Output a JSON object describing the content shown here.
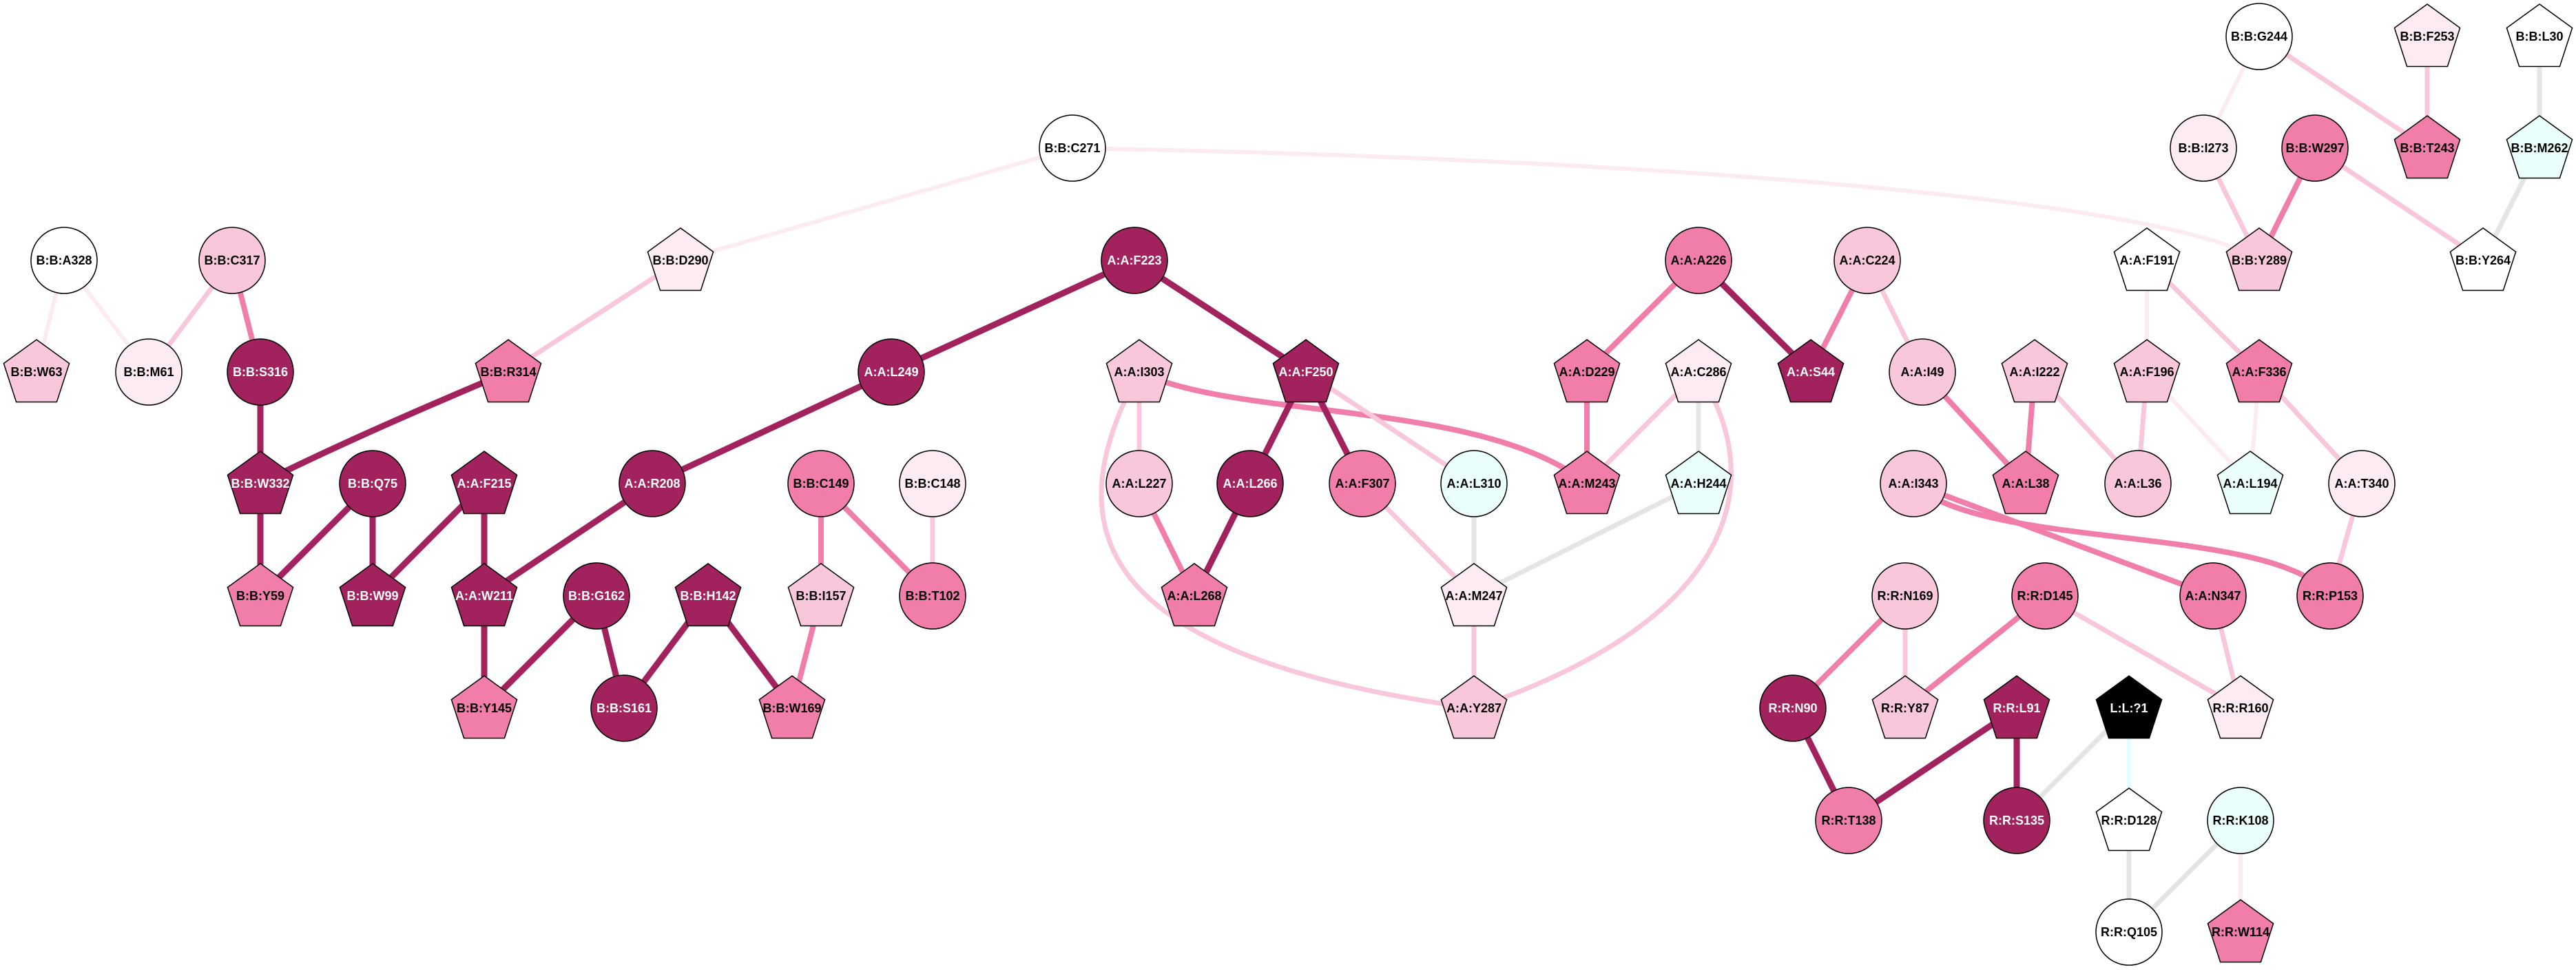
{
  "palette": {
    "dark": "#a2225e",
    "medium": "#f07daa",
    "light": "#f9c7dc",
    "vlight": "#fcebf3",
    "white": "#ffffff",
    "cyan": "#eafefc",
    "black": "#000000",
    "gray": "#e5e5e5",
    "cyanline": "#e0ffff"
  },
  "nodes": [
    {
      "label": "B:B:A328",
      "shape": "circle",
      "fill": "white"
    },
    {
      "label": "B:B:C317",
      "shape": "circle",
      "fill": "light"
    },
    {
      "label": "B:B:D290",
      "shape": "pentagon",
      "fill": "vlight"
    },
    {
      "label": "B:B:W63",
      "shape": "pentagon",
      "fill": "light"
    },
    {
      "label": "B:B:M61",
      "shape": "circle",
      "fill": "vlight"
    },
    {
      "label": "B:B:S316",
      "shape": "circle",
      "fill": "dark"
    },
    {
      "label": "B:B:R314",
      "shape": "pentagon",
      "fill": "medium"
    },
    {
      "label": "B:B:W332",
      "shape": "pentagon",
      "fill": "dark"
    },
    {
      "label": "B:B:Q75",
      "shape": "circle",
      "fill": "dark"
    },
    {
      "label": "A:A:F215",
      "shape": "pentagon",
      "fill": "dark"
    },
    {
      "label": "A:A:R208",
      "shape": "circle",
      "fill": "dark"
    },
    {
      "label": "B:B:C149",
      "shape": "circle",
      "fill": "medium"
    },
    {
      "label": "B:B:Y59",
      "shape": "pentagon",
      "fill": "medium"
    },
    {
      "label": "B:B:W99",
      "shape": "pentagon",
      "fill": "dark"
    },
    {
      "label": "A:A:W211",
      "shape": "pentagon",
      "fill": "dark"
    },
    {
      "label": "B:B:G162",
      "shape": "circle",
      "fill": "dark"
    },
    {
      "label": "B:B:H142",
      "shape": "pentagon",
      "fill": "dark"
    },
    {
      "label": "B:B:I157",
      "shape": "pentagon",
      "fill": "light"
    },
    {
      "label": "B:B:Y145",
      "shape": "pentagon",
      "fill": "medium"
    },
    {
      "label": "B:B:S161",
      "shape": "circle",
      "fill": "dark"
    },
    {
      "label": "B:B:W169",
      "shape": "pentagon",
      "fill": "medium"
    },
    {
      "label": "B:B:C271",
      "shape": "circle",
      "fill": "white"
    },
    {
      "label": "A:A:F223",
      "shape": "circle",
      "fill": "dark"
    },
    {
      "label": "A:A:A226",
      "shape": "circle",
      "fill": "medium"
    },
    {
      "label": "A:A:L249",
      "shape": "circle",
      "fill": "dark"
    },
    {
      "label": "A:A:I303",
      "shape": "pentagon",
      "fill": "light"
    },
    {
      "label": "A:A:F250",
      "shape": "pentagon",
      "fill": "dark"
    },
    {
      "label": "A:A:D229",
      "shape": "pentagon",
      "fill": "medium"
    },
    {
      "label": "A:A:C286",
      "shape": "pentagon",
      "fill": "vlight"
    },
    {
      "label": "A:A:S44",
      "shape": "pentagon",
      "fill": "dark"
    },
    {
      "label": "B:B:C148",
      "shape": "circle",
      "fill": "vlight"
    },
    {
      "label": "A:A:L227",
      "shape": "circle",
      "fill": "light"
    },
    {
      "label": "A:A:L266",
      "shape": "circle",
      "fill": "dark"
    },
    {
      "label": "A:A:F307",
      "shape": "circle",
      "fill": "medium"
    },
    {
      "label": "A:A:L310",
      "shape": "circle",
      "fill": "cyan"
    },
    {
      "label": "A:A:M243",
      "shape": "pentagon",
      "fill": "medium"
    },
    {
      "label": "A:A:H244",
      "shape": "pentagon",
      "fill": "cyan"
    },
    {
      "label": "B:B:T102",
      "shape": "circle",
      "fill": "medium"
    },
    {
      "label": "A:A:L268",
      "shape": "pentagon",
      "fill": "medium"
    },
    {
      "label": "A:A:M247",
      "shape": "pentagon",
      "fill": "vlight"
    },
    {
      "label": "A:A:Y287",
      "shape": "pentagon",
      "fill": "light"
    },
    {
      "label": "R:R:N90",
      "shape": "circle",
      "fill": "dark"
    },
    {
      "label": "B:B:G244",
      "shape": "circle",
      "fill": "white"
    },
    {
      "label": "B:B:F253",
      "shape": "pentagon",
      "fill": "vlight"
    },
    {
      "label": "B:B:L30",
      "shape": "pentagon",
      "fill": "white"
    },
    {
      "label": "B:B:I273",
      "shape": "circle",
      "fill": "vlight"
    },
    {
      "label": "B:B:W297",
      "shape": "circle",
      "fill": "medium"
    },
    {
      "label": "B:B:T243",
      "shape": "pentagon",
      "fill": "medium"
    },
    {
      "label": "B:B:M262",
      "shape": "pentagon",
      "fill": "cyan"
    },
    {
      "label": "A:A:C224",
      "shape": "circle",
      "fill": "light"
    },
    {
      "label": "A:A:F191",
      "shape": "pentagon",
      "fill": "white"
    },
    {
      "label": "B:B:Y289",
      "shape": "pentagon",
      "fill": "light"
    },
    {
      "label": "B:B:Y264",
      "shape": "pentagon",
      "fill": "white"
    },
    {
      "label": "A:A:I49",
      "shape": "circle",
      "fill": "light"
    },
    {
      "label": "A:A:I222",
      "shape": "pentagon",
      "fill": "light"
    },
    {
      "label": "A:A:F196",
      "shape": "pentagon",
      "fill": "light"
    },
    {
      "label": "A:A:F336",
      "shape": "pentagon",
      "fill": "medium"
    },
    {
      "label": "A:A:I343",
      "shape": "circle",
      "fill": "light"
    },
    {
      "label": "A:A:L38",
      "shape": "pentagon",
      "fill": "medium"
    },
    {
      "label": "A:A:L36",
      "shape": "circle",
      "fill": "light"
    },
    {
      "label": "A:A:L194",
      "shape": "pentagon",
      "fill": "cyan"
    },
    {
      "label": "A:A:T340",
      "shape": "circle",
      "fill": "vlight"
    },
    {
      "label": "R:R:N169",
      "shape": "circle",
      "fill": "light"
    },
    {
      "label": "R:R:D145",
      "shape": "circle",
      "fill": "medium"
    },
    {
      "label": "A:A:N347",
      "shape": "circle",
      "fill": "medium"
    },
    {
      "label": "R:R:P153",
      "shape": "circle",
      "fill": "medium"
    },
    {
      "label": "R:R:Y87",
      "shape": "pentagon",
      "fill": "light"
    },
    {
      "label": "R:R:L91",
      "shape": "pentagon",
      "fill": "dark"
    },
    {
      "label": "L:L:?1",
      "shape": "pentagon",
      "fill": "black"
    },
    {
      "label": "R:R:R160",
      "shape": "pentagon",
      "fill": "vlight"
    },
    {
      "label": "R:R:T138",
      "shape": "circle",
      "fill": "medium"
    },
    {
      "label": "R:R:S135",
      "shape": "circle",
      "fill": "dark"
    },
    {
      "label": "R:R:D128",
      "shape": "pentagon",
      "fill": "white"
    },
    {
      "label": "R:R:K108",
      "shape": "circle",
      "fill": "cyan"
    },
    {
      "label": "R:R:Q105",
      "shape": "circle",
      "fill": "white"
    },
    {
      "label": "R:R:W114",
      "shape": "pentagon",
      "fill": "medium"
    }
  ],
  "edges": [
    [
      "B:B:A328",
      "B:B:W63",
      "vlight"
    ],
    [
      "B:B:A328",
      "B:B:M61",
      "vlight"
    ],
    [
      "B:B:C317",
      "B:B:M61",
      "light"
    ],
    [
      "B:B:C317",
      "B:B:S316",
      "medium"
    ],
    [
      "B:B:D290",
      "B:B:R314",
      "light"
    ],
    [
      "B:B:D290",
      "B:B:C271",
      "vlight"
    ],
    [
      "B:B:S316",
      "B:B:W332",
      "dark"
    ],
    [
      "B:B:R314",
      "B:B:W332",
      "dark"
    ],
    [
      "B:B:W332",
      "B:B:Y59",
      "dark"
    ],
    [
      "B:B:Q75",
      "B:B:Y59",
      "dark"
    ],
    [
      "B:B:Q75",
      "B:B:W99",
      "dark"
    ],
    [
      "A:A:F215",
      "B:B:W99",
      "dark"
    ],
    [
      "A:A:F215",
      "A:A:W211",
      "dark"
    ],
    [
      "A:A:R208",
      "A:A:W211",
      "dark"
    ],
    [
      "A:A:L249",
      "A:A:R208",
      "dark"
    ],
    [
      "A:A:F223",
      "A:A:L249",
      "dark"
    ],
    [
      "A:A:F223",
      "A:A:F250",
      "dark"
    ],
    [
      "A:A:W211",
      "B:B:Y145",
      "dark"
    ],
    [
      "B:B:G162",
      "B:B:Y145",
      "dark"
    ],
    [
      "B:B:G162",
      "B:B:S161",
      "dark"
    ],
    [
      "B:B:H142",
      "B:B:S161",
      "dark"
    ],
    [
      "B:B:H142",
      "B:B:W169",
      "dark"
    ],
    [
      "B:B:I157",
      "B:B:W169",
      "medium"
    ],
    [
      "B:B:C149",
      "B:B:I157",
      "medium"
    ],
    [
      "B:B:C149",
      "B:B:T102",
      "medium"
    ],
    [
      "B:B:C148",
      "B:B:T102",
      "light"
    ],
    [
      "B:B:C271",
      "B:B:Y289",
      "vlight"
    ],
    [
      "A:A:I303",
      "A:A:L227",
      "light"
    ],
    [
      "A:A:I303",
      "A:A:M243",
      "medium"
    ],
    [
      "A:A:I303",
      "A:A:Y287",
      "light"
    ],
    [
      "A:A:F250",
      "A:A:L266",
      "dark"
    ],
    [
      "A:A:F250",
      "A:A:F307",
      "dark"
    ],
    [
      "A:A:F250",
      "A:A:L310",
      "light"
    ],
    [
      "A:A:L227",
      "A:A:L268",
      "medium"
    ],
    [
      "A:A:L266",
      "A:A:L268",
      "dark"
    ],
    [
      "A:A:F307",
      "A:A:M247",
      "light"
    ],
    [
      "A:A:L310",
      "A:A:M247",
      "gray"
    ],
    [
      "A:A:H244",
      "A:A:M247",
      "gray"
    ],
    [
      "A:A:M247",
      "A:A:Y287",
      "light"
    ],
    [
      "A:A:C286",
      "A:A:Y287",
      "light"
    ],
    [
      "A:A:C286",
      "A:A:M243",
      "light"
    ],
    [
      "A:A:C286",
      "A:A:H244",
      "gray"
    ],
    [
      "A:A:D229",
      "A:A:M243",
      "medium"
    ],
    [
      "A:A:A226",
      "A:A:D229",
      "medium"
    ],
    [
      "A:A:A226",
      "A:A:S44",
      "dark"
    ],
    [
      "A:A:C224",
      "A:A:S44",
      "medium"
    ],
    [
      "A:A:C224",
      "A:A:I49",
      "light"
    ],
    [
      "A:A:I49",
      "A:A:L38",
      "medium"
    ],
    [
      "A:A:I222",
      "A:A:L38",
      "medium"
    ],
    [
      "A:A:I222",
      "A:A:L36",
      "light"
    ],
    [
      "A:A:F196",
      "A:A:L36",
      "light"
    ],
    [
      "A:A:F196",
      "A:A:L194",
      "vlight"
    ],
    [
      "A:A:F191",
      "A:A:F196",
      "vlight"
    ],
    [
      "A:A:F191",
      "A:A:F336",
      "light"
    ],
    [
      "A:A:F336",
      "A:A:L194",
      "vlight"
    ],
    [
      "A:A:F336",
      "A:A:T340",
      "light"
    ],
    [
      "A:A:T340",
      "R:R:P153",
      "light"
    ],
    [
      "A:A:I343",
      "A:A:N347",
      "medium"
    ],
    [
      "A:A:I343",
      "R:R:P153",
      "medium"
    ],
    [
      "A:A:N347",
      "R:R:R160",
      "light"
    ],
    [
      "R:R:D145",
      "R:R:R160",
      "light"
    ],
    [
      "R:R:D145",
      "R:R:Y87",
      "medium"
    ],
    [
      "R:R:N169",
      "R:R:Y87",
      "light"
    ],
    [
      "R:R:N169",
      "R:R:N90",
      "medium"
    ],
    [
      "R:R:N90",
      "R:R:T138",
      "dark"
    ],
    [
      "R:R:L91",
      "R:R:T138",
      "dark"
    ],
    [
      "R:R:L91",
      "R:R:S135",
      "dark"
    ],
    [
      "L:L:?1",
      "R:R:S135",
      "gray"
    ],
    [
      "L:L:?1",
      "R:R:D128",
      "cyanline"
    ],
    [
      "R:R:D128",
      "R:R:Q105",
      "gray"
    ],
    [
      "R:R:K108",
      "R:R:Q105",
      "gray"
    ],
    [
      "R:R:K108",
      "R:R:W114",
      "vlight"
    ],
    [
      "B:B:G244",
      "B:B:I273",
      "vlight"
    ],
    [
      "B:B:G244",
      "B:B:T243",
      "light"
    ],
    [
      "B:B:F253",
      "B:B:T243",
      "light"
    ],
    [
      "B:B:L30",
      "B:B:M262",
      "gray"
    ],
    [
      "B:B:M262",
      "B:B:Y264",
      "gray"
    ],
    [
      "B:B:W297",
      "B:B:Y289",
      "medium"
    ],
    [
      "B:B:W297",
      "B:B:Y264",
      "light"
    ],
    [
      "B:B:I273",
      "B:B:Y289",
      "light"
    ]
  ]
}
